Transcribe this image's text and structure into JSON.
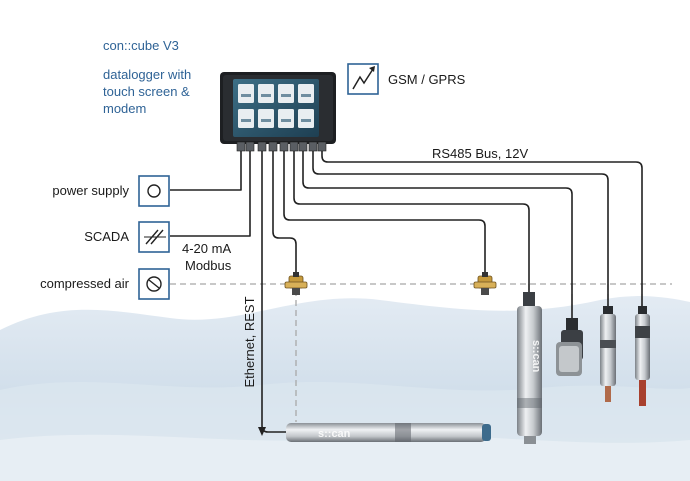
{
  "device": {
    "name": "con::cube V3",
    "description_lines": [
      "datalogger with",
      "touch screen &",
      "modem"
    ],
    "brand": "s::can"
  },
  "modem": {
    "label": "GSM / GPRS",
    "icon": "antenna-signal-icon"
  },
  "interfaces": [
    {
      "label": "power supply",
      "icon": "circle-icon"
    },
    {
      "label": "SCADA",
      "icon": "double-slash-icon"
    },
    {
      "label": "compressed air",
      "icon": "air-valve-icon"
    }
  ],
  "cable_labels": {
    "bus": "RS485 Bus, 12V",
    "analog_line1": "4-20 mA",
    "analog_line2": "Modbus",
    "ethernet": "Ethernet, REST"
  },
  "probe_labels": {
    "horizontal_probe": "s::can",
    "vertical_probe": "s::can"
  },
  "colors": {
    "accent": "#2f6396",
    "cable": "#222222",
    "air_line": "#aaaaaa",
    "water": "#cfdde9",
    "valve": "#c69a3c"
  }
}
